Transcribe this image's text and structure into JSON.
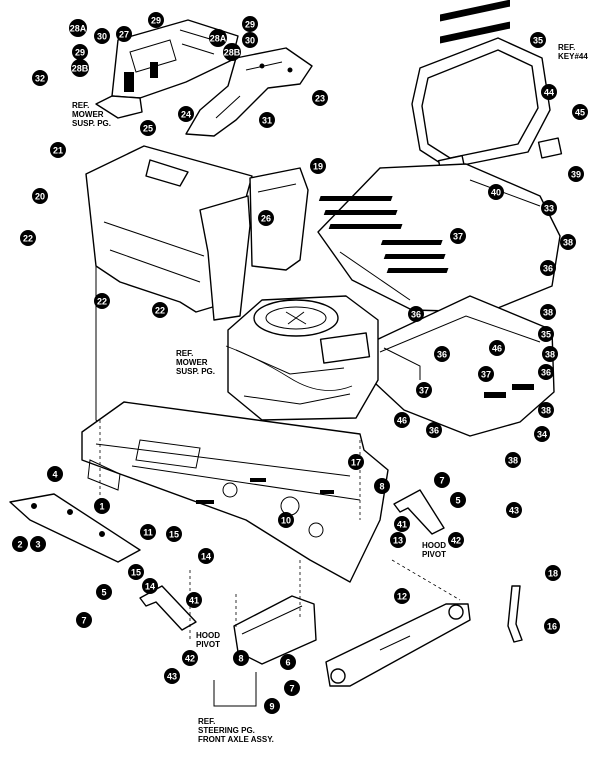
{
  "diagram": {
    "callouts": [
      {
        "id": "c29a",
        "label": "29"
      },
      {
        "id": "c28a",
        "label": "28A"
      },
      {
        "id": "c29b",
        "label": "29"
      },
      {
        "id": "c30a",
        "label": "30"
      },
      {
        "id": "c27",
        "label": "27"
      },
      {
        "id": "c28b",
        "label": "28B"
      },
      {
        "id": "c30b",
        "label": "30"
      },
      {
        "id": "c28a2",
        "label": "28A"
      },
      {
        "id": "c29c",
        "label": "29"
      },
      {
        "id": "c28b2",
        "label": "28B"
      },
      {
        "id": "c32",
        "label": "32"
      },
      {
        "id": "c24",
        "label": "24"
      },
      {
        "id": "c23",
        "label": "23"
      },
      {
        "id": "c25",
        "label": "25"
      },
      {
        "id": "c31",
        "label": "31"
      },
      {
        "id": "c35a",
        "label": "35"
      },
      {
        "id": "c45",
        "label": "45"
      },
      {
        "id": "c44",
        "label": "44"
      },
      {
        "id": "c39",
        "label": "39"
      },
      {
        "id": "c40",
        "label": "40"
      },
      {
        "id": "c21",
        "label": "21"
      },
      {
        "id": "c19",
        "label": "19"
      },
      {
        "id": "c20",
        "label": "20"
      },
      {
        "id": "c26",
        "label": "26"
      },
      {
        "id": "c33",
        "label": "33"
      },
      {
        "id": "c37a",
        "label": "37"
      },
      {
        "id": "c38a",
        "label": "38"
      },
      {
        "id": "c36a",
        "label": "36"
      },
      {
        "id": "c38b",
        "label": "38"
      },
      {
        "id": "c22a",
        "label": "22"
      },
      {
        "id": "c22b",
        "label": "22"
      },
      {
        "id": "c22c",
        "label": "22"
      },
      {
        "id": "c36b",
        "label": "36"
      },
      {
        "id": "c35b",
        "label": "35"
      },
      {
        "id": "c46a",
        "label": "46"
      },
      {
        "id": "c38c",
        "label": "38"
      },
      {
        "id": "c36c",
        "label": "36"
      },
      {
        "id": "c36d",
        "label": "36"
      },
      {
        "id": "c37b",
        "label": "37"
      },
      {
        "id": "c37c",
        "label": "37"
      },
      {
        "id": "c38d",
        "label": "38"
      },
      {
        "id": "c46b",
        "label": "46"
      },
      {
        "id": "c36e",
        "label": "36"
      },
      {
        "id": "c38e",
        "label": "38"
      },
      {
        "id": "c34",
        "label": "34"
      },
      {
        "id": "c17",
        "label": "17"
      },
      {
        "id": "c4",
        "label": "4"
      },
      {
        "id": "c1",
        "label": "1"
      },
      {
        "id": "c8a",
        "label": "8"
      },
      {
        "id": "c7a",
        "label": "7"
      },
      {
        "id": "c5a",
        "label": "5"
      },
      {
        "id": "c43a",
        "label": "43"
      },
      {
        "id": "c10",
        "label": "10"
      },
      {
        "id": "c41a",
        "label": "41"
      },
      {
        "id": "c42a",
        "label": "42"
      },
      {
        "id": "c11",
        "label": "11"
      },
      {
        "id": "c15a",
        "label": "15"
      },
      {
        "id": "c13",
        "label": "13"
      },
      {
        "id": "c2",
        "label": "2"
      },
      {
        "id": "c3",
        "label": "3"
      },
      {
        "id": "c14a",
        "label": "14"
      },
      {
        "id": "c15b",
        "label": "15"
      },
      {
        "id": "c14b",
        "label": "14"
      },
      {
        "id": "c12",
        "label": "12"
      },
      {
        "id": "c18",
        "label": "18"
      },
      {
        "id": "c5b",
        "label": "5"
      },
      {
        "id": "c41b",
        "label": "41"
      },
      {
        "id": "c16",
        "label": "16"
      },
      {
        "id": "c7b",
        "label": "7"
      },
      {
        "id": "c42b",
        "label": "42"
      },
      {
        "id": "c8b",
        "label": "8"
      },
      {
        "id": "c6",
        "label": "6"
      },
      {
        "id": "c43b",
        "label": "43"
      },
      {
        "id": "c7c",
        "label": "7"
      },
      {
        "id": "c9",
        "label": "9"
      }
    ],
    "ref_notes": [
      {
        "id": "ref_key44",
        "lines": [
          "REF.",
          "KEY#44"
        ]
      },
      {
        "id": "ref_mower1",
        "lines": [
          "REF.",
          "MOWER",
          "SUSP. PG."
        ]
      },
      {
        "id": "ref_mower2",
        "lines": [
          "REF.",
          "MOWER",
          "SUSP. PG."
        ]
      },
      {
        "id": "hood_pivot1",
        "lines": [
          "HOOD",
          "PIVOT"
        ]
      },
      {
        "id": "hood_pivot2",
        "lines": [
          "HOOD",
          "PIVOT"
        ]
      },
      {
        "id": "ref_steering",
        "lines": [
          "REF.",
          "STEERING PG.",
          "FRONT AXLE ASSY."
        ]
      }
    ]
  }
}
